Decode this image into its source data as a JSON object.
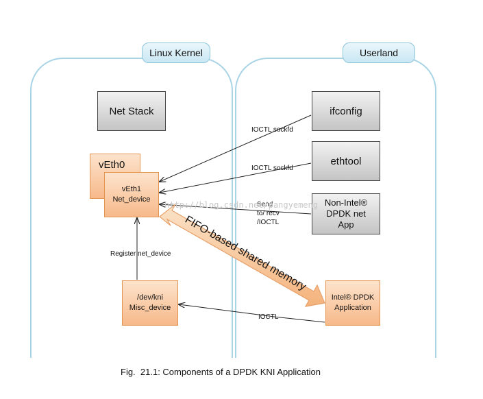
{
  "regions": {
    "kernel_label": "Linux Kernel",
    "userland_label": "Userland"
  },
  "boxes": {
    "net_stack": "Net Stack",
    "ifconfig": "ifconfig",
    "ethtool": "ethtool",
    "non_intel_app": [
      "Non-Intel®",
      "DPDK net",
      "App"
    ],
    "veth0": "vEth0",
    "veth1": [
      "vEth1",
      "Net_device"
    ],
    "dev_kni": [
      "/dev/kni",
      "Misc_device"
    ],
    "intel_app": [
      "Intel® DPDK",
      "Application"
    ]
  },
  "edge_labels": {
    "ioctl_sockfd_1": "IOCTL sockfd",
    "ioctl_sockfd_2": "IOCTL sockfd",
    "send_recv": [
      "Send",
      "to/ recv",
      "/IOCTL"
    ],
    "register": "Register net_device",
    "ioctl": "IOCTL"
  },
  "fifo_label": "FIFO-based shared memory",
  "watermark": "http://blog.csdn.net/pangyemeng",
  "caption": "Fig.  21.1: Components of a DPDK KNI Application"
}
